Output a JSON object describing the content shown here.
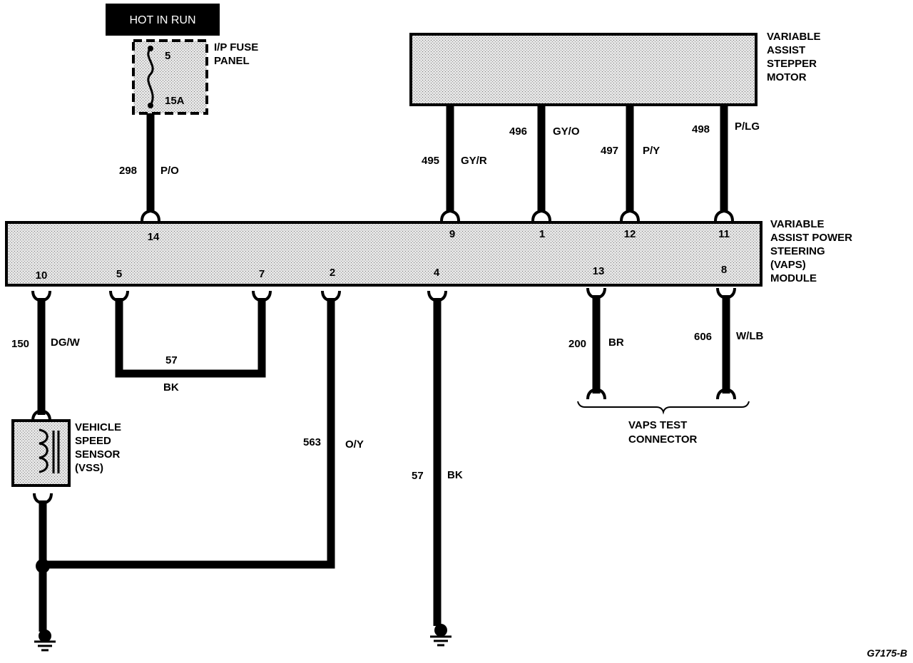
{
  "power": {
    "label": "HOT IN RUN"
  },
  "fuse_panel": {
    "title_line1": "I/P FUSE",
    "title_line2": "PANEL",
    "fuse_number": "5",
    "rating": "15A"
  },
  "stepper_motor": {
    "line1": "VARIABLE",
    "line2": "ASSIST",
    "line3": "STEPPER",
    "line4": "MOTOR"
  },
  "module": {
    "line1": "VARIABLE",
    "line2": "ASSIST POWER",
    "line3": "STEERING",
    "line4": "(VAPS)",
    "line5": "MODULE",
    "pins_top": {
      "p14": "14",
      "p9": "9",
      "p1": "1",
      "p12": "12",
      "p11": "11"
    },
    "pins_bottom": {
      "p10": "10",
      "p5": "5",
      "p7": "7",
      "p2": "2",
      "p4": "4",
      "p13": "13",
      "p8": "8"
    }
  },
  "sensor": {
    "line1": "VEHICLE",
    "line2": "SPEED",
    "line3": "SENSOR",
    "line4": "(VSS)"
  },
  "test_connector": {
    "line1": "VAPS TEST",
    "line2": "CONNECTOR"
  },
  "wires": {
    "w298": {
      "circuit": "298",
      "color": "P/O"
    },
    "w495": {
      "circuit": "495",
      "color": "GY/R"
    },
    "w496": {
      "circuit": "496",
      "color": "GY/O"
    },
    "w497": {
      "circuit": "497",
      "color": "P/Y"
    },
    "w498": {
      "circuit": "498",
      "color": "P/LG"
    },
    "w150": {
      "circuit": "150",
      "color": "DG/W"
    },
    "w57a": {
      "circuit": "57",
      "color": "BK"
    },
    "w563": {
      "circuit": "563",
      "color": "O/Y"
    },
    "w57b": {
      "circuit": "57",
      "color": "BK"
    },
    "w200": {
      "circuit": "200",
      "color": "BR"
    },
    "w606": {
      "circuit": "606",
      "color": "W/LB"
    }
  },
  "figure_id": "G7175-B"
}
